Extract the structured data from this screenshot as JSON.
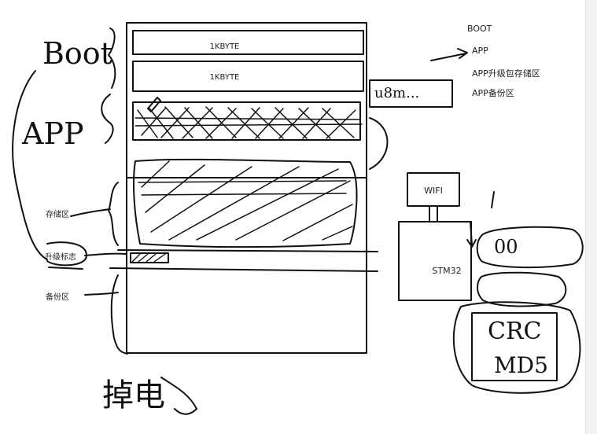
{
  "memory_map": {
    "boot_block_1_label": "1KBYTE",
    "boot_block_2_label": "1KBYTE"
  },
  "legend": {
    "items": [
      "BOOT",
      "APP",
      "APP升级包存储区",
      "APP备份区"
    ]
  },
  "side_labels": {
    "storage_area": "存储区",
    "upgrade_flag": "升级标志",
    "backup_area": "备份区"
  },
  "devices": {
    "wifi": "WIFI",
    "mcu": "STM32"
  },
  "handwriting": {
    "boot": "Boot",
    "app": "APP",
    "u8": "u8m...",
    "crc": "CRC",
    "md5": "MD5",
    "n00": "00",
    "power_off": "掉电"
  },
  "colors": {
    "stroke": "#111111",
    "background": "#ffffff"
  }
}
